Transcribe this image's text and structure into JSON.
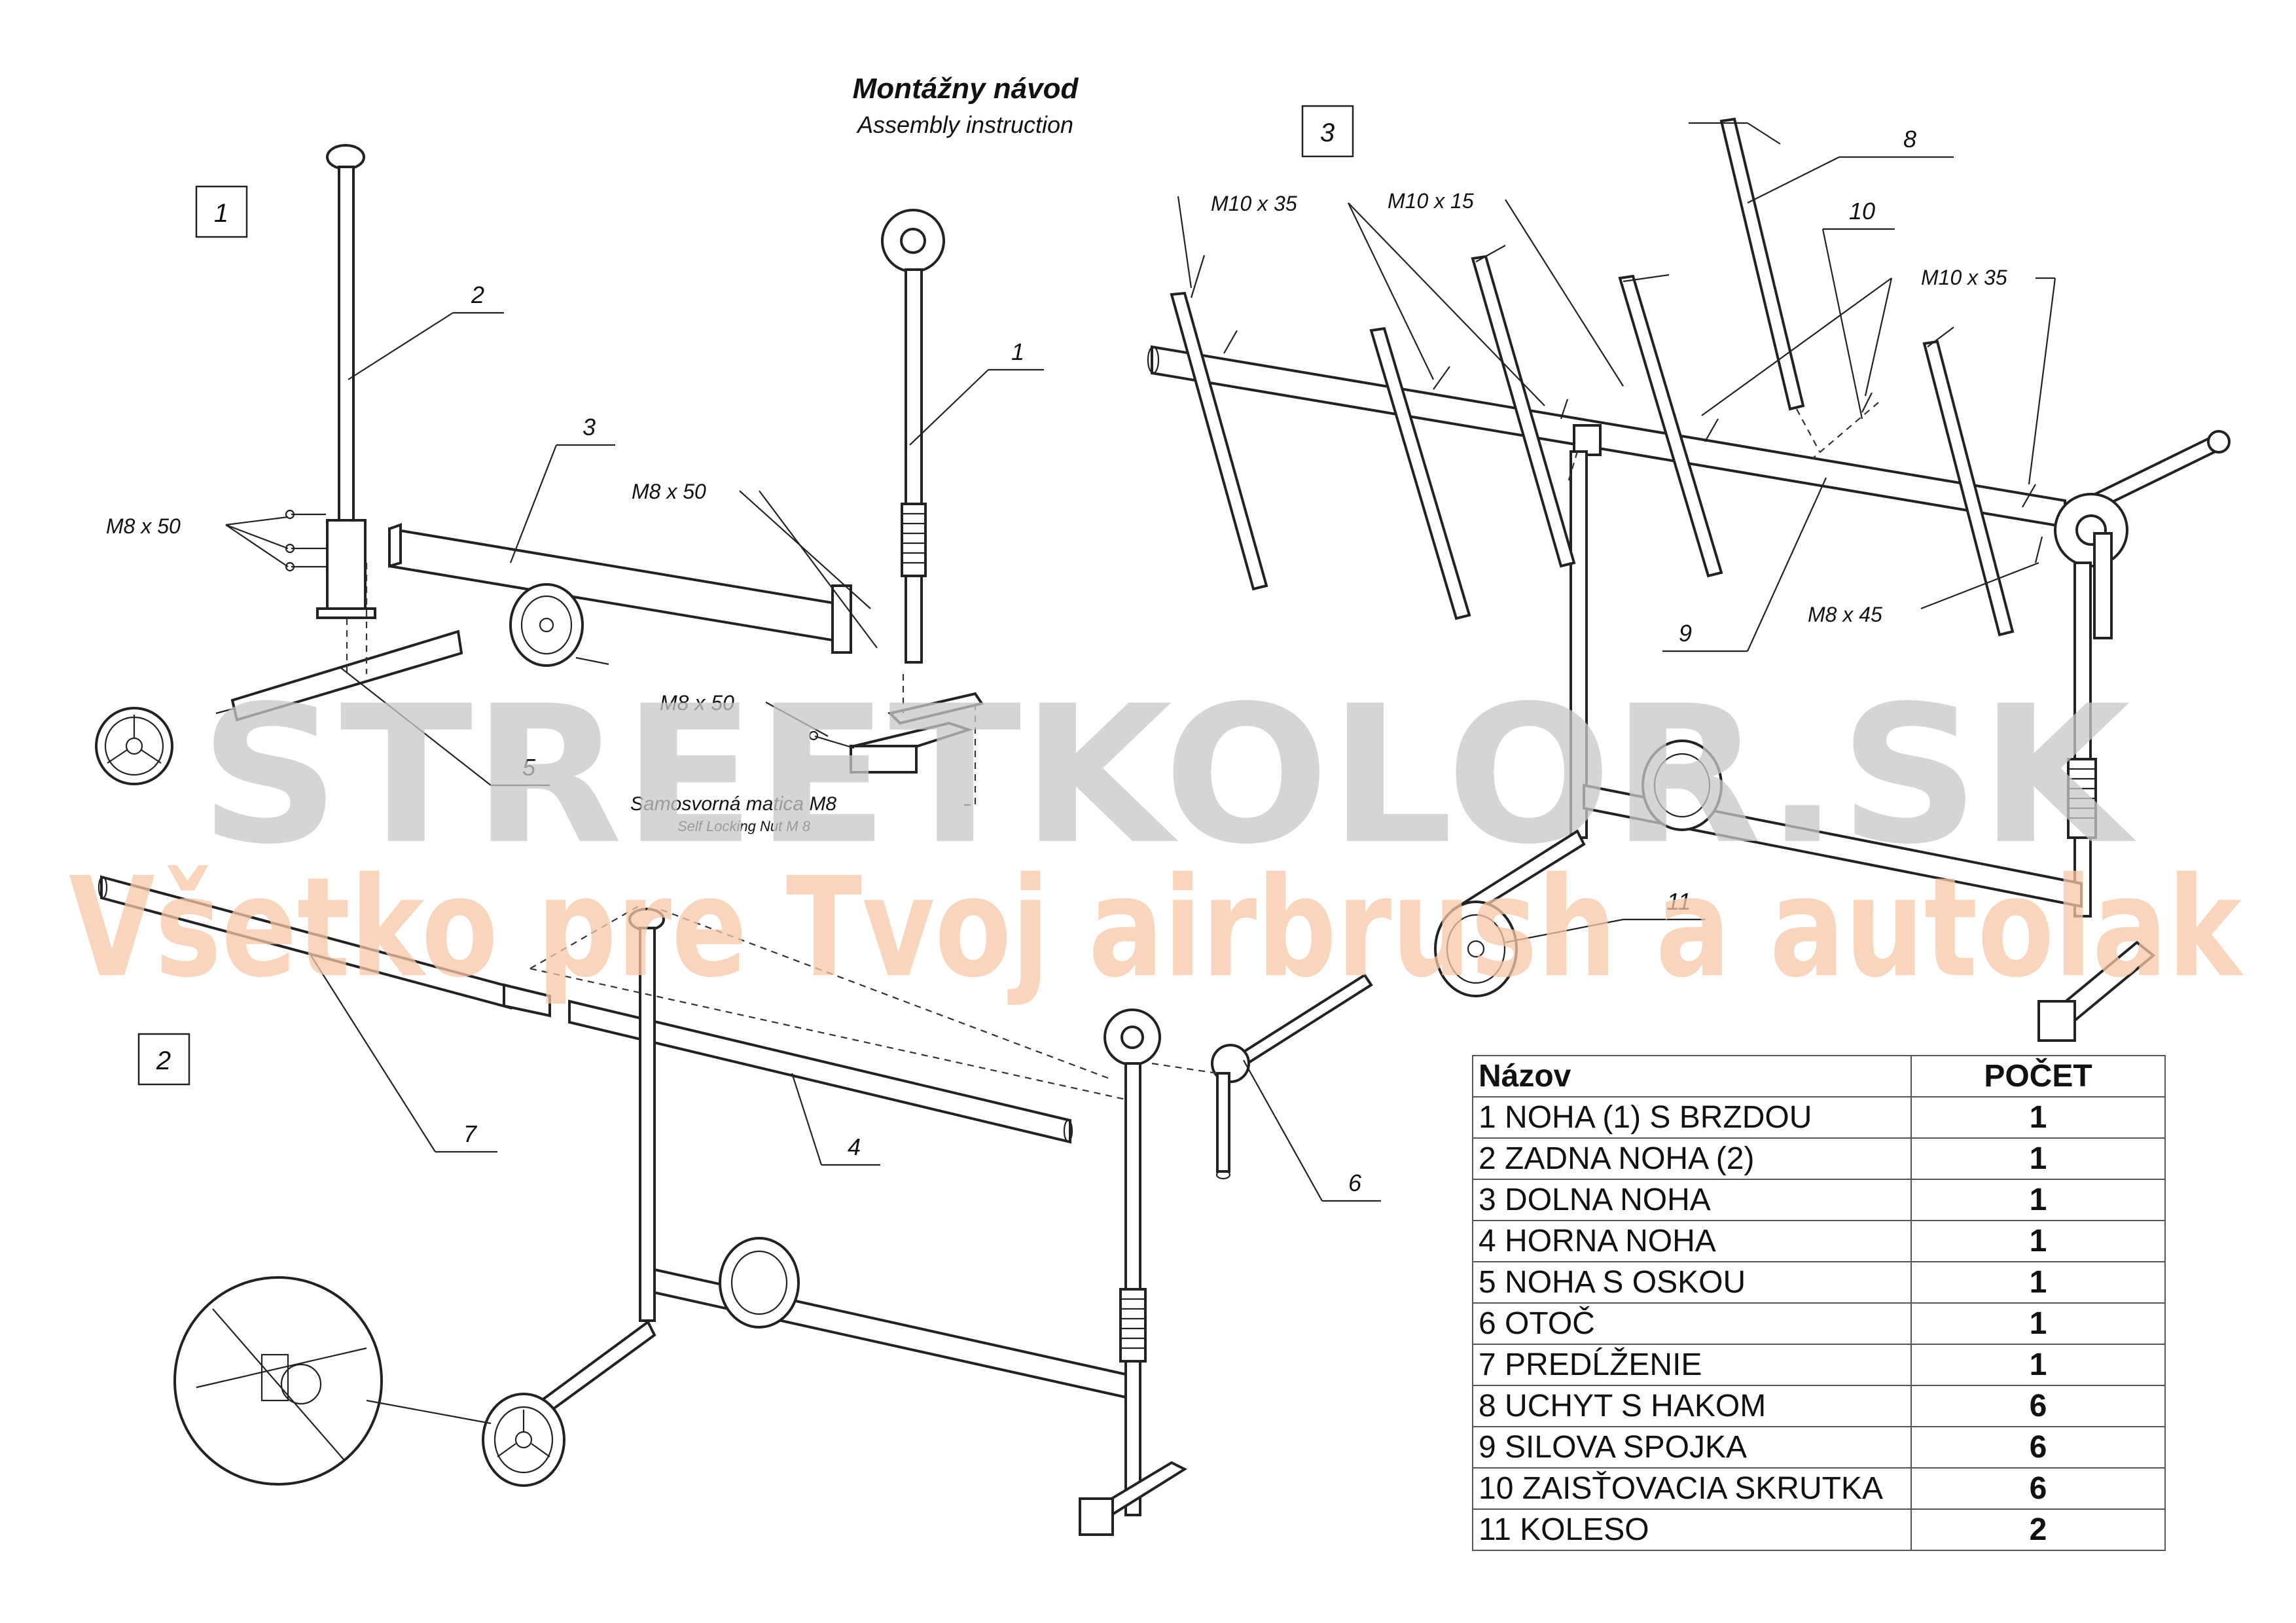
{
  "title": "Montážny návod",
  "subtitle": "Assembly instruction",
  "steps": [
    "1",
    "2",
    "3"
  ],
  "callouts": {
    "c1": "1",
    "c2": "2",
    "c3": "3",
    "c4": "4",
    "c5": "5",
    "c6": "6",
    "c7": "7",
    "c8": "8",
    "c9": "9",
    "c10": "10",
    "c11": "11"
  },
  "fasteners": {
    "m8x50": "M8 x 50",
    "m8x45": "M8 x 45",
    "m10x35": "M10 x 35",
    "m10x15": "M10 x 15",
    "nut_sk": "Samosvorná matica  M8",
    "nut_en": "Self Locking Nut M 8"
  },
  "watermark": {
    "line1": "STREETKOLOR.SK",
    "line2": "Všetko pre Tvoj airbrush a autolak"
  },
  "colors": {
    "watermark_gray": "#c8c8c8",
    "watermark_orange": "#f6c7a6"
  },
  "parts_table": {
    "headers": [
      "Názov",
      "POČET"
    ],
    "rows": [
      [
        "1 NOHA (1) S BRZDOU",
        "1"
      ],
      [
        "2 ZADNA NOHA (2)",
        "1"
      ],
      [
        "3 DOLNA NOHA",
        "1"
      ],
      [
        "4 HORNA NOHA",
        "1"
      ],
      [
        "5 NOHA S OSKOU",
        "1"
      ],
      [
        "6 OTOČ",
        "1"
      ],
      [
        "7 PREDĹŽENIE",
        "1"
      ],
      [
        "8 UCHYT S HAKOM",
        "6"
      ],
      [
        "9 SILOVA SPOJKA",
        "6"
      ],
      [
        "10 ZAISŤOVACIA SKRUTKA",
        "6"
      ],
      [
        "11 KOLESO",
        "2"
      ]
    ]
  }
}
